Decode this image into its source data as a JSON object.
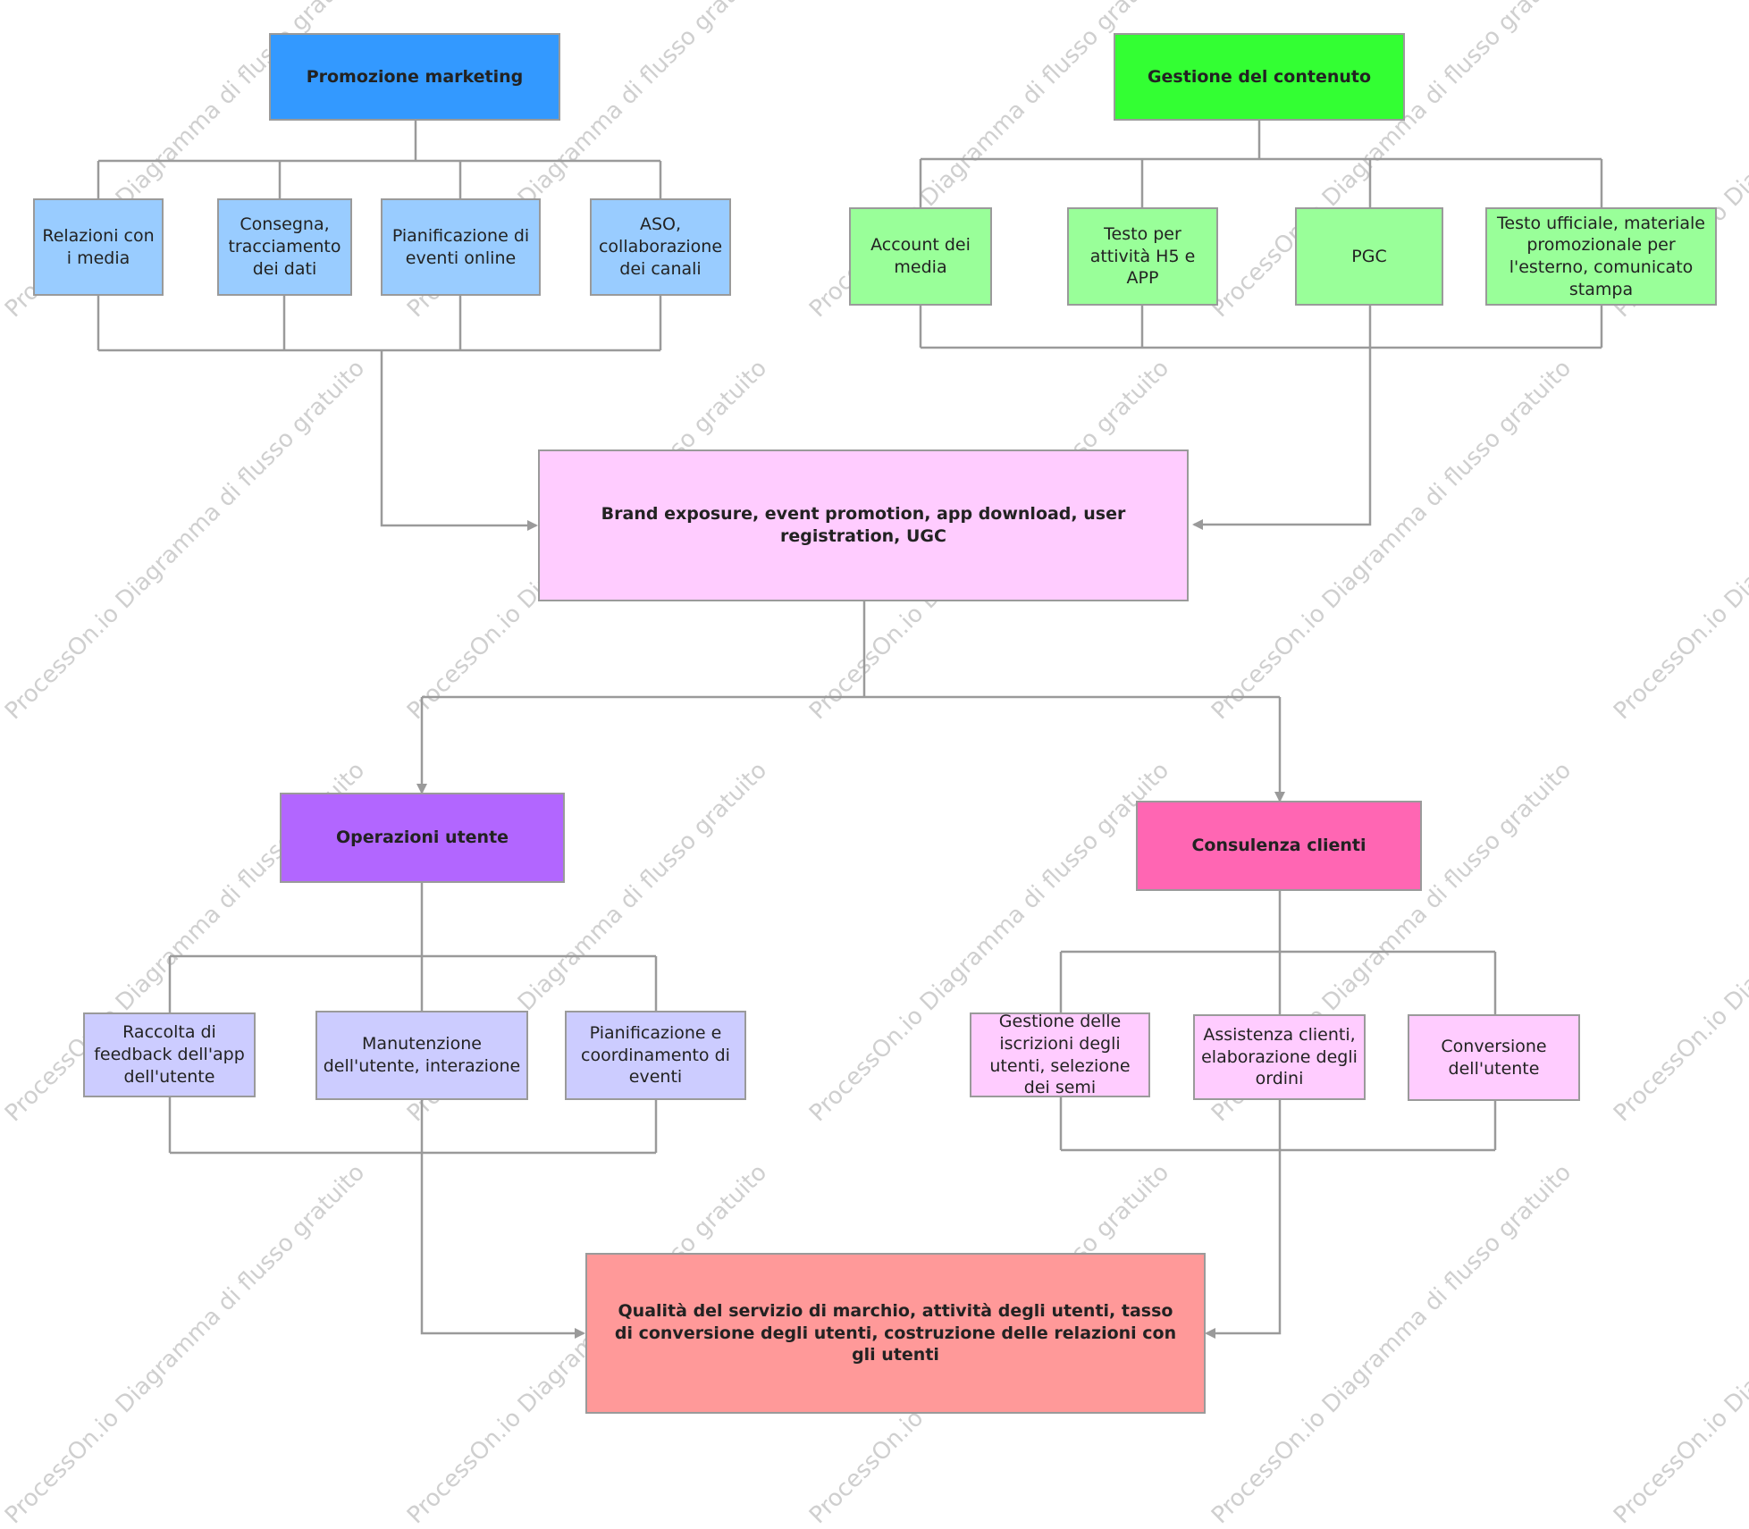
{
  "watermark": "ProcessOn.io Diagramma di flusso gratuito",
  "colors": {
    "line": "#9a9a9a",
    "blue_dark": "#3399ff",
    "blue_light": "#99ccff",
    "green_dark": "#33ff33",
    "green_light": "#99ff99",
    "pink_light": "#ffccff",
    "purple_dark": "#b266ff",
    "purple_light": "#ccccff",
    "magenta": "#ff66b3",
    "salmon": "#ff9999"
  },
  "nodes": {
    "marketing": "Promozione marketing",
    "media_relations": "Relazioni con i media",
    "delivery_tracking": "Consegna, tracciamento dei dati",
    "online_events": "Pianificazione di eventi online",
    "aso_channels": "ASO, collaborazione dei canali",
    "content": "Gestione del contenuto",
    "media_accounts": "Account dei media",
    "h5_app_text": "Testo per attività H5 e APP",
    "pgc": "PGC",
    "official_text": "Testo ufficiale, materiale promozionale per l'esterno, comunicato stampa",
    "brand_goal": "Brand exposure, event promotion, app download, user registration, UGC",
    "user_ops": "Operazioni utente",
    "feedback": "Raccolta di feedback dell'app dell'utente",
    "maintenance": "Manutenzione dell'utente, interazione",
    "event_coordination": "Pianificazione e coordinamento di eventi",
    "customer": "Consulenza clienti",
    "subscriptions": "Gestione delle iscrizioni degli utenti, selezione dei semi",
    "assistance": "Assistenza clienti, elaborazione degli ordini",
    "conversion": "Conversione dell'utente",
    "quality_goal": "Qualità del servizio di marchio, attività degli utenti, tasso di conversione degli utenti, costruzione delle relazioni con gli utenti"
  }
}
